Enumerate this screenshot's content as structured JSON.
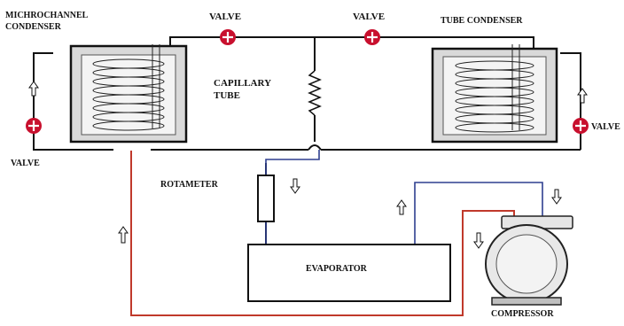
{
  "labels": {
    "microchannel_condenser_line1": "MICHROCHANNEL",
    "microchannel_condenser_line2": "CONDENSER",
    "valve_top_left": "VALVE",
    "valve_top_right": "VALVE",
    "tube_condenser": "TUBE CONDENSER",
    "capillary_line1": "CAPILLARY",
    "capillary_line2": "TUBE",
    "valve_left": "VALVE",
    "valve_right": "VALVE",
    "rotameter": "ROTAMETER",
    "evaporator": "EVAPORATOR",
    "compressor": "COMPRESSOR"
  },
  "colors": {
    "liquid_line": "#111111",
    "discharge_line": "#c0392b",
    "suction_line": "#2e3f8f",
    "valve": "#c8102e",
    "vessel_fill": "#d9d9d9"
  }
}
